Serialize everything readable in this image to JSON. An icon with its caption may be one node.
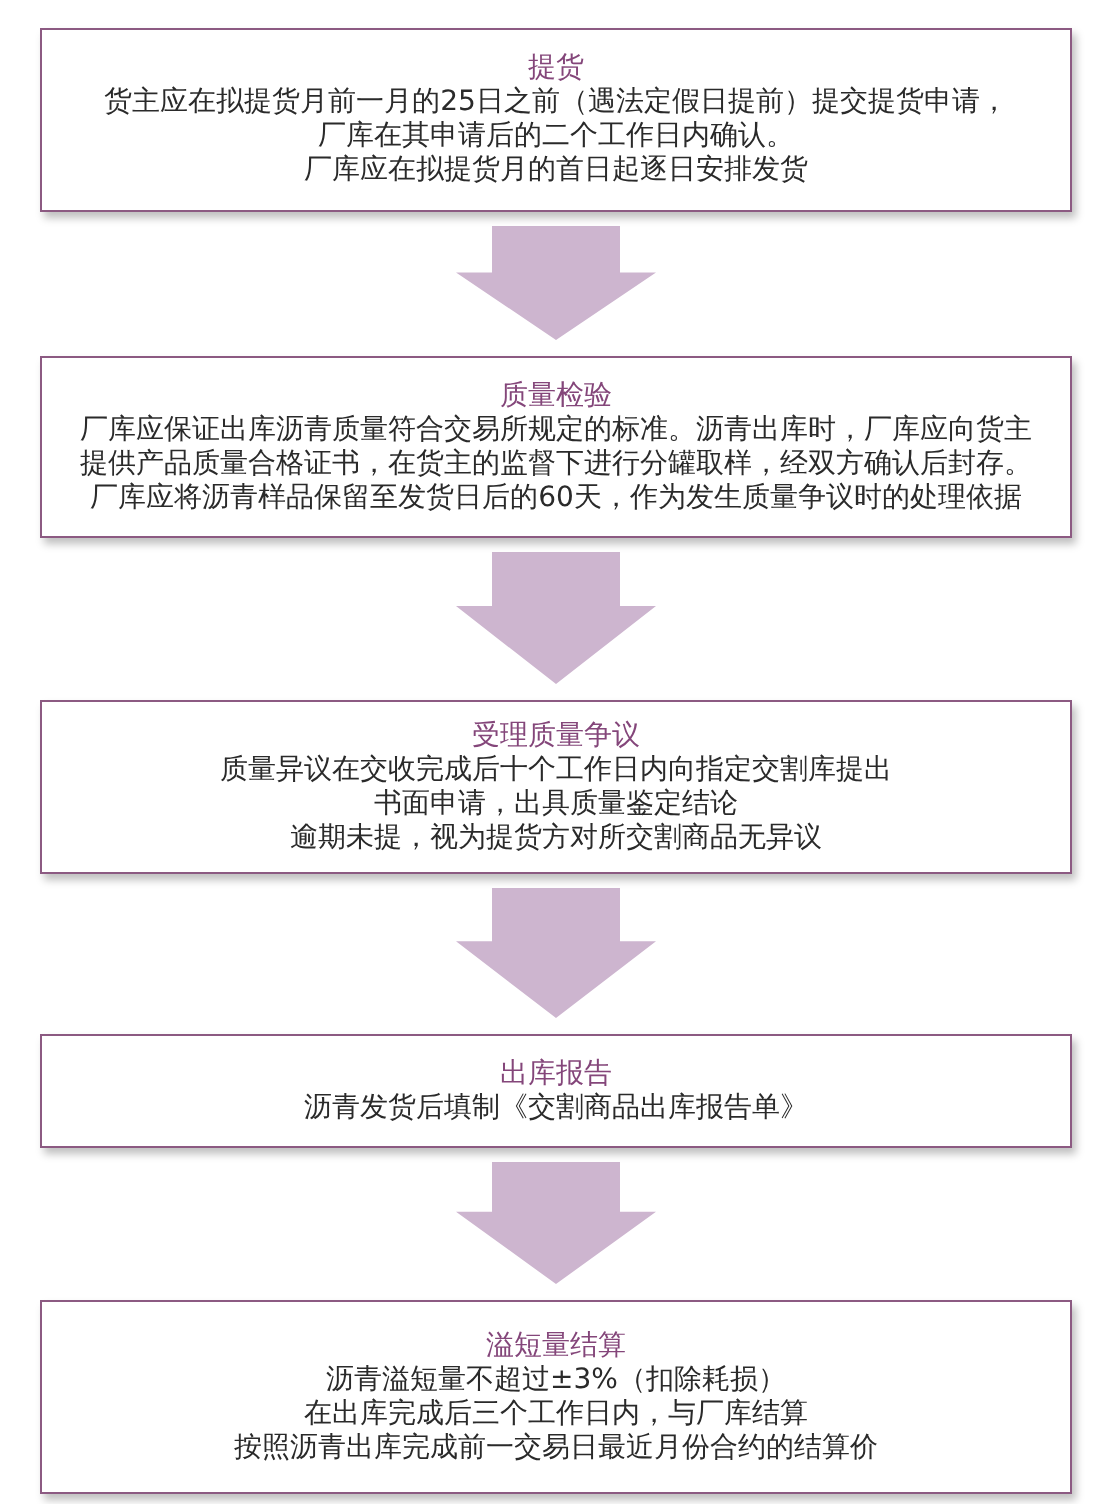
{
  "diagram": {
    "nodes": [
      {
        "text": [
          "提货",
          "货主应在拟提货月前一月的25日之前（遇法定假日提前）提交提货申请，厂库在其申请后的二个工作日内确认。",
          "厂库应在拟提货月的首日起逐日安排发货"
        ]
      },
      {
        "text": [
          "质量检验",
          "厂库应保证出库沥青质量符合交易所规定的标准。沥青出库时，厂库应向货主提供产品质量合格证书，在货主的监督下进行分罐取样，经双方确认后封存。",
          "厂库应将沥青样品保留至发货日后的60天，作为发生质量争议时的处理依据"
        ]
      },
      {
        "text": [
          "受理质量争议",
          "质量异议在交收完成后十个工作日内向指定交割库提出书面申请，出具质量鉴定结论",
          "逾期未提，视为提货方对所交割商品无异议"
        ]
      },
      {
        "text": [
          "出库报告",
          "沥青发货后填制《交割商品出库报告单》"
        ]
      },
      {
        "text": [
          "溢短量结算",
          "沥青溢短量不超过±3%（扣除耗损）",
          "在出库完成后三个工作日内，与厂库结算",
          "按照沥青出库完成前一交易日最近月份合约的结算价"
        ]
      }
    ],
    "edges": [
      {
        "from": 0,
        "to": 1,
        "arrow": "to"
      },
      {
        "from": 1,
        "to": 2,
        "arrow": "to"
      },
      {
        "from": 2,
        "to": 3,
        "arrow": "to"
      },
      {
        "from": 3,
        "to": 4,
        "arrow": "to"
      }
    ]
  }
}
